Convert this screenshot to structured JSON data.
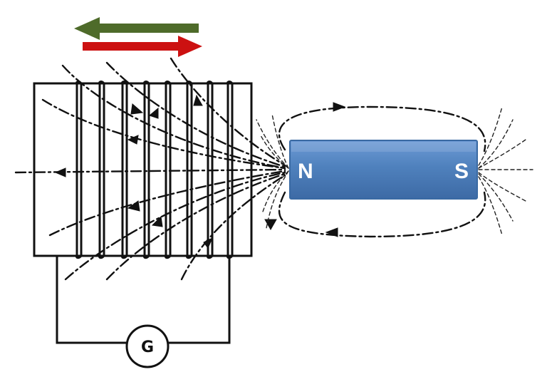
{
  "magnet": {
    "north_label": "N",
    "south_label": "S",
    "fill_color": "#4f81bd",
    "border_color": "#3a6aa3"
  },
  "galvanometer": {
    "label": "G"
  },
  "arrows": {
    "top_arrow": {
      "direction": "left",
      "color": "#4e6b2a"
    },
    "bottom_arrow": {
      "direction": "right",
      "color": "#cc1111"
    }
  }
}
